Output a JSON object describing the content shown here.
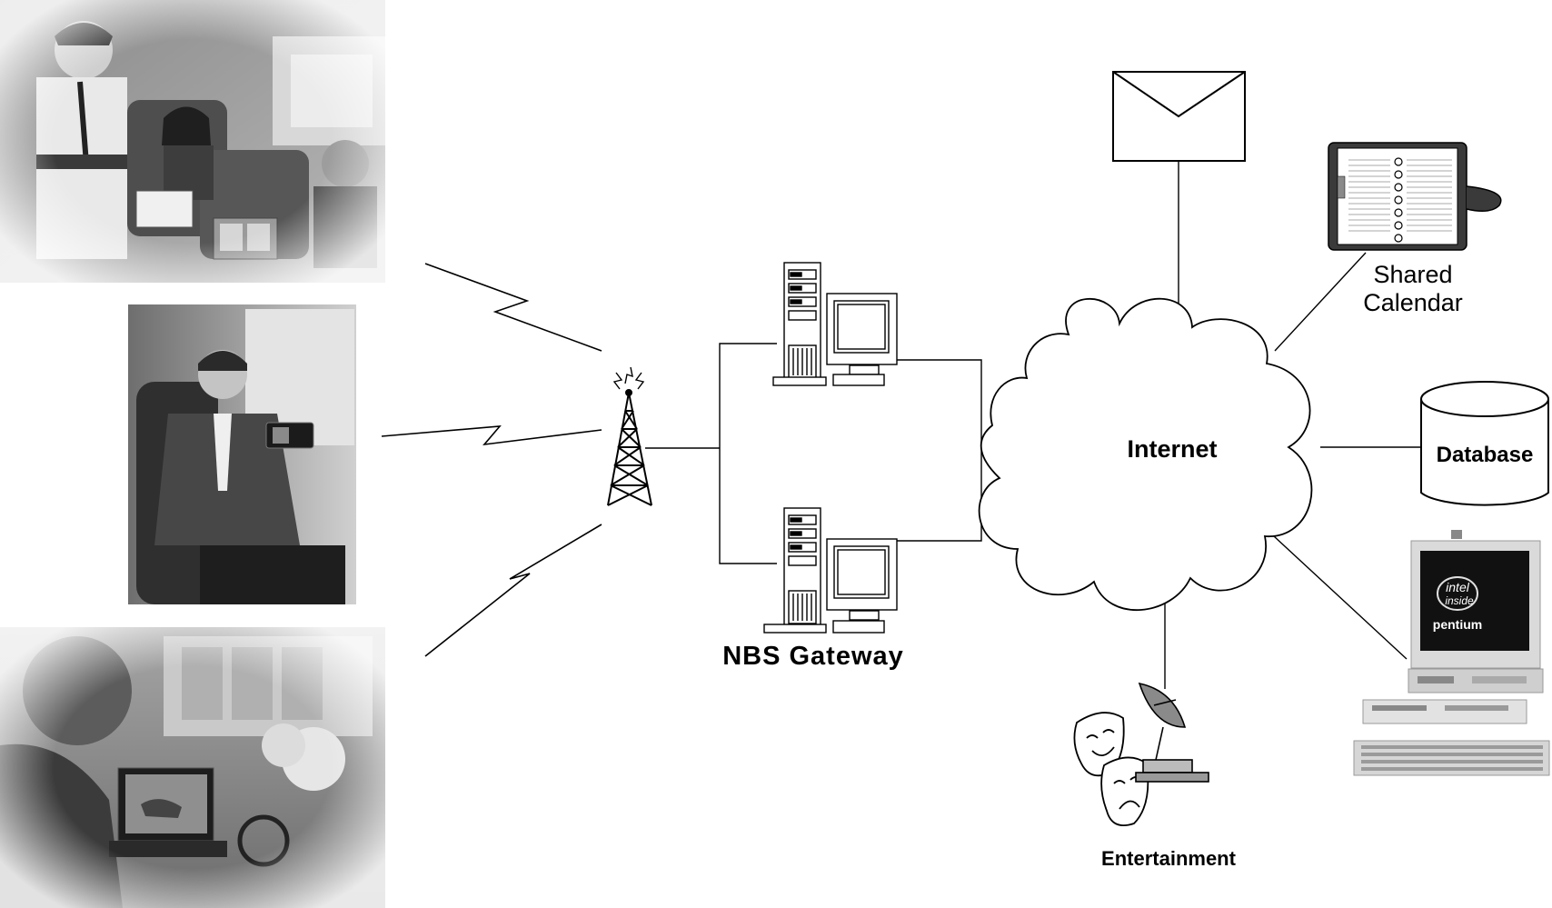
{
  "labels": {
    "gateway": "NBS Gateway",
    "internet": "Internet",
    "calendar_line1": "Shared",
    "calendar_line2": "Calendar",
    "database": "Database",
    "entertainment": "Entertainment",
    "cpu_brand_top": "intel",
    "cpu_brand_bottom": "inside",
    "cpu_model": "pentium"
  },
  "photos": [
    {
      "scene": "conductor and passengers on a train with a laptop"
    },
    {
      "scene": "man on a train using a handheld device"
    },
    {
      "scene": "woman with a laptop in a kitchen"
    }
  ],
  "icons": [
    "radio-tower",
    "server-computer",
    "cloud",
    "envelope",
    "planner",
    "database-cylinder",
    "desktop-pc",
    "theater-masks",
    "satellite-dish"
  ],
  "colors": {
    "line": "#000000",
    "background": "#ffffff"
  }
}
